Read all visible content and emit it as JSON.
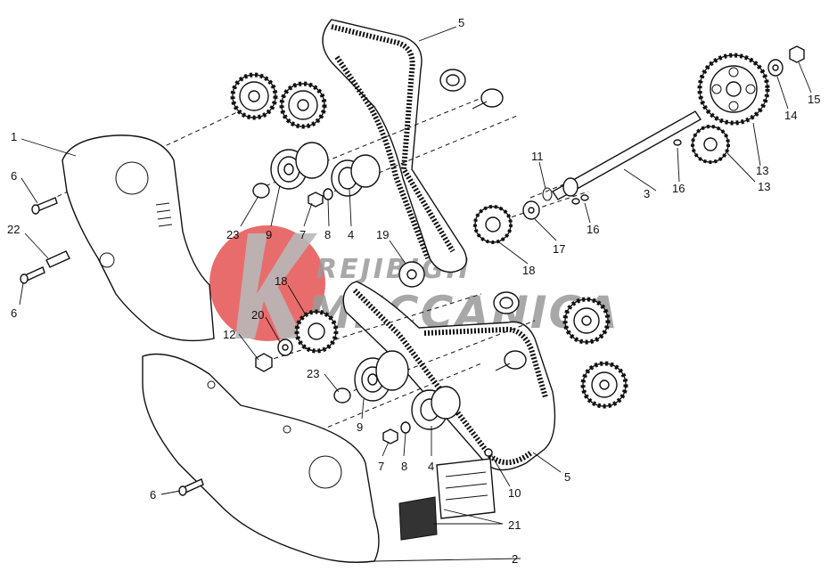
{
  "callouts": [
    {
      "id": "c1",
      "text": "1"
    },
    {
      "id": "c2",
      "text": "2"
    },
    {
      "id": "c3",
      "text": "3"
    },
    {
      "id": "c4a",
      "text": "4"
    },
    {
      "id": "c4b",
      "text": "4"
    },
    {
      "id": "c5a",
      "text": "5"
    },
    {
      "id": "c5b",
      "text": "5"
    },
    {
      "id": "c6a",
      "text": "6"
    },
    {
      "id": "c6b",
      "text": "6"
    },
    {
      "id": "c6c",
      "text": "6"
    },
    {
      "id": "c7a",
      "text": "7"
    },
    {
      "id": "c7b",
      "text": "7"
    },
    {
      "id": "c8a",
      "text": "8"
    },
    {
      "id": "c8b",
      "text": "8"
    },
    {
      "id": "c9a",
      "text": "9"
    },
    {
      "id": "c9b",
      "text": "9"
    },
    {
      "id": "c10",
      "text": "10"
    },
    {
      "id": "c11",
      "text": "11"
    },
    {
      "id": "c12",
      "text": "12"
    },
    {
      "id": "c13a",
      "text": "13"
    },
    {
      "id": "c13b",
      "text": "13"
    },
    {
      "id": "c14",
      "text": "14"
    },
    {
      "id": "c15",
      "text": "15"
    },
    {
      "id": "c16a",
      "text": "16"
    },
    {
      "id": "c16b",
      "text": "16"
    },
    {
      "id": "c17",
      "text": "17"
    },
    {
      "id": "c18a",
      "text": "18"
    },
    {
      "id": "c18b",
      "text": "18"
    },
    {
      "id": "c19",
      "text": "19"
    },
    {
      "id": "c20",
      "text": "20"
    },
    {
      "id": "c21",
      "text": "21"
    },
    {
      "id": "c22",
      "text": "22"
    },
    {
      "id": "c23a",
      "text": "23"
    },
    {
      "id": "c23b",
      "text": "23"
    }
  ],
  "watermark": {
    "line1": "REJIBIGH",
    "line2": "MECCANICA",
    "accent_color": "#e23b3b",
    "text_color": "#9a9a9a"
  },
  "colors": {
    "ink": "#111111",
    "background": "#ffffff"
  }
}
